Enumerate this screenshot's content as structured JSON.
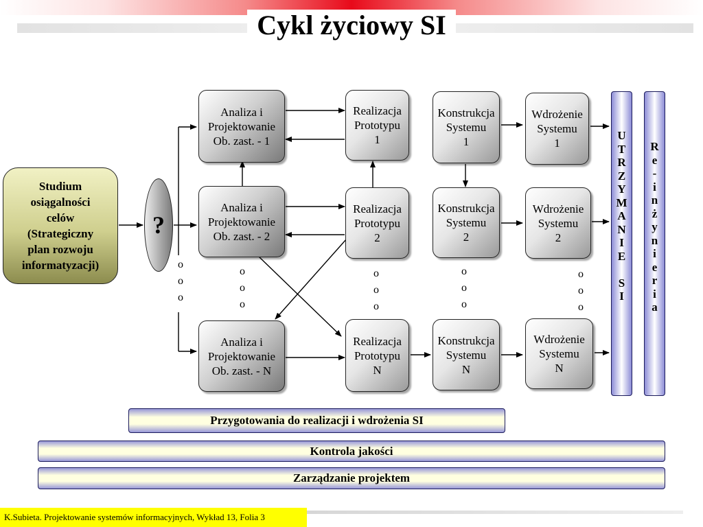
{
  "title": "Cykl życiowy SI",
  "studium": {
    "lines": [
      "Studium",
      "osiągalności",
      "celów",
      "(Strategiczny",
      "plan rozwoju",
      "informatyzacji)"
    ]
  },
  "question": "?",
  "dots": "o",
  "rows": [
    {
      "analiza": [
        "Analiza i",
        "Projektowanie",
        "Ob. zast. - 1"
      ],
      "realizacja": [
        "Realizacja",
        "Prototypu",
        "1"
      ],
      "konstrukcja": [
        "Konstrukcja",
        "Systemu",
        "1"
      ],
      "wdrozenie": [
        "Wdrożenie",
        "Systemu",
        "1"
      ]
    },
    {
      "analiza": [
        "Analiza i",
        "Projektowanie",
        "Ob. zast. - 2"
      ],
      "realizacja": [
        "Realizacja",
        "Prototypu",
        "2"
      ],
      "konstrukcja": [
        "Konstrukcja",
        "Systemu",
        "2"
      ],
      "wdrozenie": [
        "Wdrożenie",
        "Systemu",
        "2"
      ]
    },
    {
      "analiza": [
        "Analiza i",
        "Projektowanie",
        "Ob. zast. - N"
      ],
      "realizacja": [
        "Realizacja",
        "Prototypu",
        "N"
      ],
      "konstrukcja": [
        "Konstrukcja",
        "Systemu",
        "N"
      ],
      "wdrozenie": [
        "Wdrożenie",
        "Systemu",
        "N"
      ]
    }
  ],
  "utrzymanie": [
    "U",
    "T",
    "R",
    "Z",
    "Y",
    "M",
    "A",
    "N",
    "I",
    "E",
    "",
    "S",
    "I"
  ],
  "reinzynieria": [
    "R",
    "e",
    "-",
    "i",
    "n",
    "ż",
    "y",
    "n",
    "i",
    "e",
    "r",
    "i",
    "a"
  ],
  "bars": {
    "przygotowania": "Przygotowania do realizacji i wdrożenia SI",
    "kontrola": "Kontrola jakości",
    "zarzadzanie": "Zarządzanie projektem"
  },
  "footer": "K.Subieta. Projektowanie systemów informacyjnych, Wykład 13, Folia 3"
}
